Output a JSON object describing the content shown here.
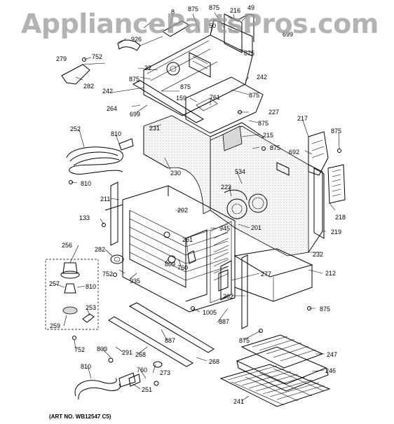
{
  "watermark": "AppliancePartsPros.com",
  "art_number": "(ART NO. WB12547 C5)",
  "callouts": {
    "c8": "8",
    "c875a": "875",
    "c875b": "875",
    "c216": "216",
    "c49": "49",
    "c926": "926",
    "c50": "50",
    "c699a": "699",
    "c875c": "875",
    "c279": "279",
    "c752a": "752",
    "c282a": "282",
    "c32": "32",
    "c875d": "875",
    "c242a": "242",
    "c242b": "242",
    "c875e": "875",
    "c159": "159",
    "c761": "761",
    "c875f": "875",
    "c264": "264",
    "c699b": "699",
    "c227": "227",
    "c875g": "875",
    "c215": "215",
    "c231": "231",
    "c217": "217",
    "c875h": "875",
    "c692": "692",
    "c875i": "875",
    "c252": "252",
    "c810a": "810",
    "c810b": "810",
    "c230": "230",
    "c534": "534",
    "c223": "223",
    "c211": "211",
    "c218": "218",
    "c202": "202",
    "c133": "133",
    "c945": "945",
    "c201": "201",
    "c219": "219",
    "c256": "256",
    "c282b": "282",
    "c261": "261",
    "c232": "232",
    "c752b": "752",
    "c809a": "809",
    "c760a": "760",
    "c212": "212",
    "c277": "277",
    "c257": "257",
    "c810c": "810",
    "c935": "935",
    "c262": "262",
    "c253": "253",
    "c1005": "1005",
    "c887a": "887",
    "c875j": "875",
    "c259": "259",
    "c887b": "887",
    "c875k": "875",
    "c752c": "752",
    "c809b": "809",
    "c291": "291",
    "c268a": "268",
    "c268b": "268",
    "c247": "247",
    "c246": "246",
    "c810d": "810",
    "c760b": "760",
    "c273": "273",
    "c251": "251",
    "c241": "241"
  }
}
